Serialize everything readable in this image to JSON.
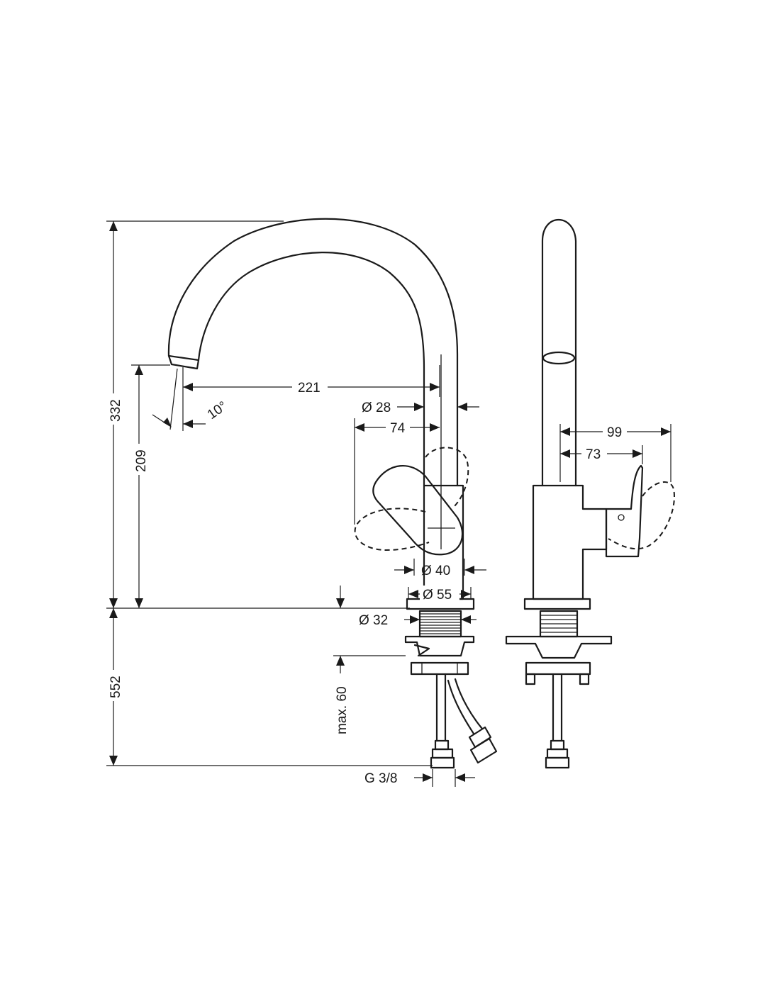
{
  "dimensions": {
    "total_height": "332",
    "spout_height": "209",
    "below_deck": "552",
    "spout_reach": "221",
    "spout_angle": "10°",
    "spout_diameter": "Ø 28",
    "lever_reach": "74",
    "body_diameter": "Ø 40",
    "base_diameter": "Ø 55",
    "shank_diameter": "Ø 32",
    "max_deck_thickness": "max. 60",
    "connection_thread": "G 3/8",
    "side_lever_reach": "99",
    "side_lever_offset": "73"
  }
}
